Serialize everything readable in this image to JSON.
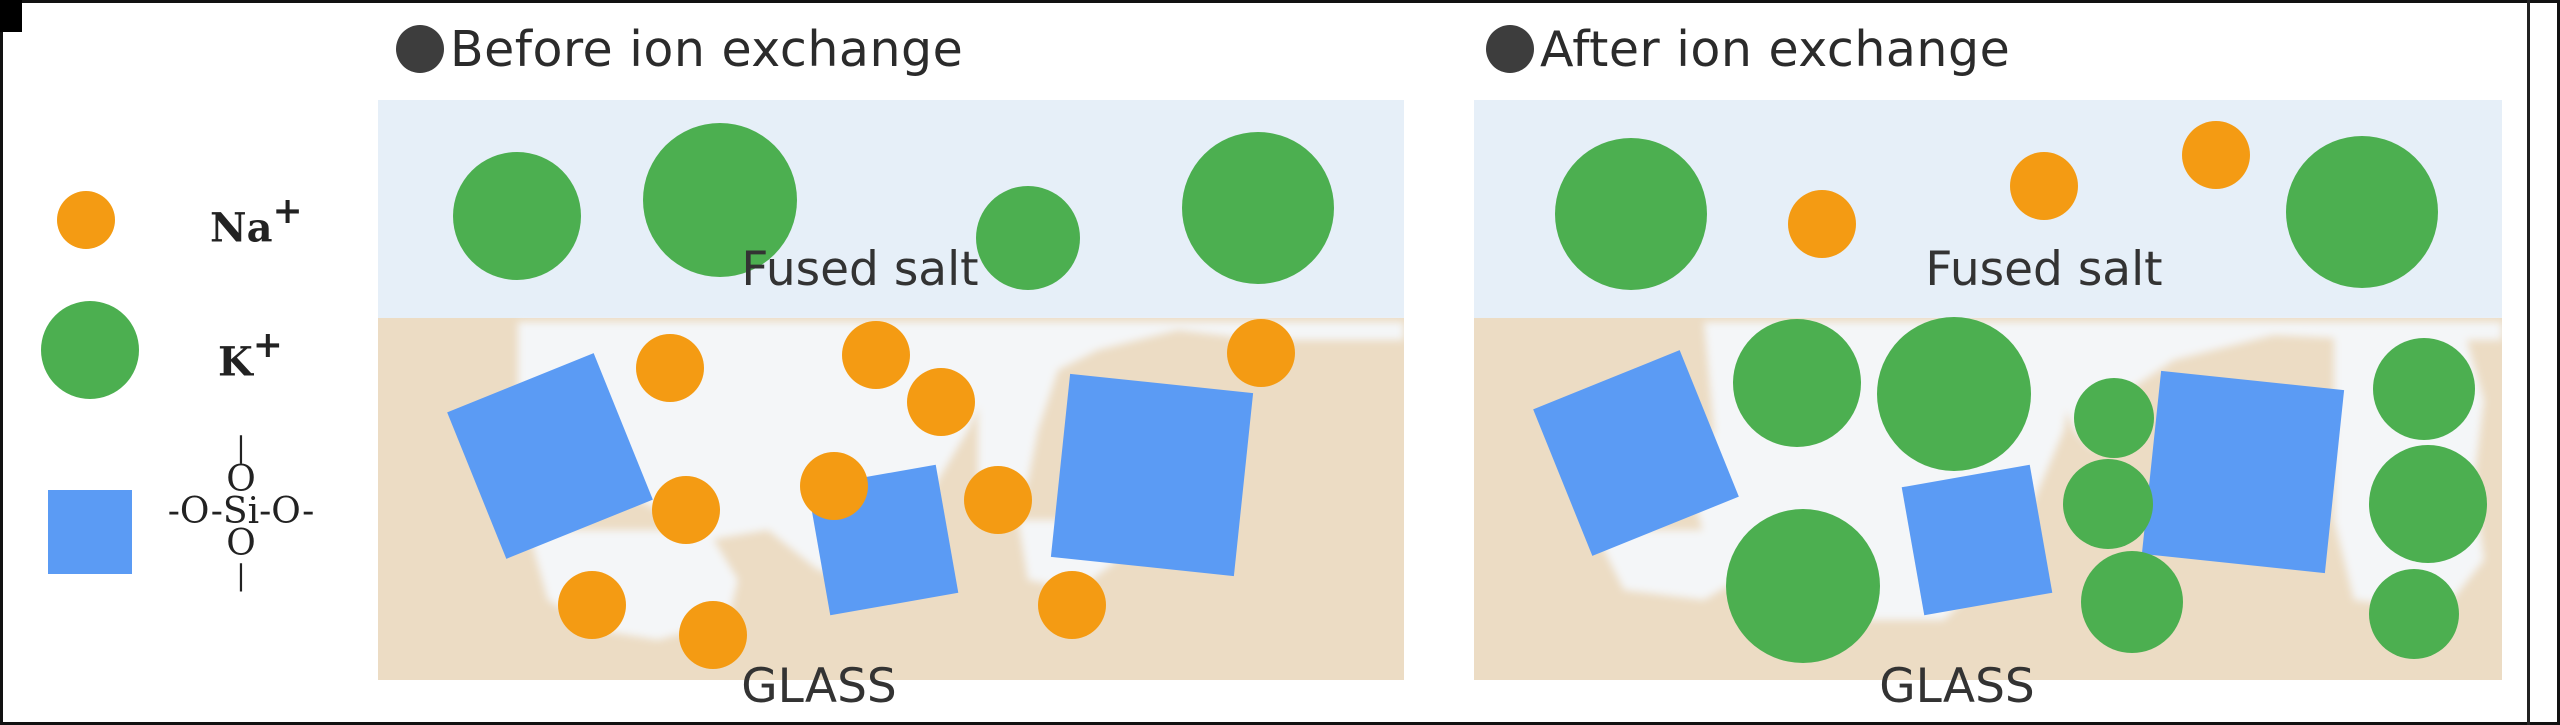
{
  "panels": {
    "before": {
      "title": "Before ion exchange",
      "salt_label": "Fused salt",
      "glass_label": "GLASS"
    },
    "after": {
      "title": "After ion exchange",
      "salt_label": "Fused salt",
      "glass_label": "GLASS"
    }
  },
  "legend": {
    "na_label": "Na",
    "na_charge": "+",
    "k_label": "K",
    "k_charge": "+",
    "silicate_formula": {
      "top_bond": "|",
      "top_o": "O",
      "middle": "-O-Si-O-",
      "bottom_o": "O",
      "bottom_bond": "|"
    }
  },
  "colors": {
    "na_ion": "#f49b13",
    "k_ion": "#4caf50",
    "silicate": "#5b9bf4",
    "fused_salt": "#e6eff8",
    "glass": "#ecdcc4",
    "halo": "#f4f6f8"
  }
}
